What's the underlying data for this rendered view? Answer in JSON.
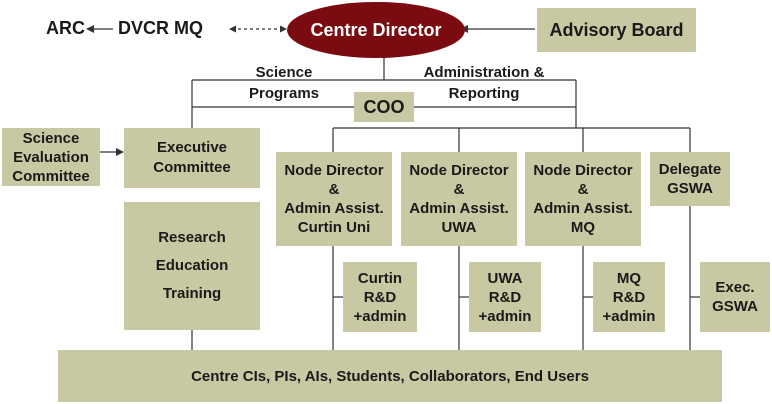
{
  "top_row": {
    "arc": "ARC",
    "dvcr": "DVCR MQ",
    "centre_director": "Centre Director",
    "advisory_board": "Advisory Board"
  },
  "branch_labels": {
    "science_programs": "Science\nPrograms",
    "admin_reporting": "Administration &\nReporting"
  },
  "coo": "COO",
  "left_column": {
    "science_evaluation": "Science\nEvaluation\nCommittee",
    "executive_committee": "Executive\nCommittee",
    "programs": "Research\nEducation\nTraining"
  },
  "nodes": [
    "Node Director\n&\nAdmin Assist.\nCurtin Uni",
    "Node Director\n&\nAdmin Assist.\nUWA",
    "Node Director\n&\nAdmin Assist.\nMQ",
    "Delegate\nGSWA"
  ],
  "rd_boxes": [
    "Curtin\nR&D\n+admin",
    "UWA\nR&D\n+admin",
    "MQ\nR&D\n+admin",
    "Exec.\nGSWA"
  ],
  "bottom_bar": "Centre CIs, PIs, AIs, Students, Collaborators, End Users",
  "colors": {
    "box_fill": "#c8c8a3",
    "director_fill": "#7a0b10",
    "director_text": "#ffffff",
    "line": "#333333"
  }
}
